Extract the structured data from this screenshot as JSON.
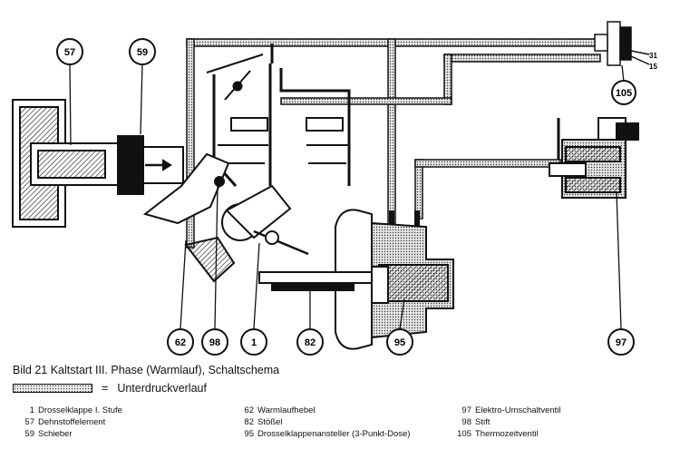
{
  "callouts": [
    "57",
    "59",
    "62",
    "98",
    "1",
    "82",
    "95",
    "97",
    "105"
  ],
  "terminals": [
    "31",
    "15"
  ],
  "caption": "Bild 21 Kaltstart III. Phase (Warmlauf), Schaltschema",
  "legend": {
    "symbol_text": "=",
    "label": "Unterdruckverlauf"
  },
  "parts": {
    "col1": [
      {
        "num": "1",
        "text": "Drosselklappe I. Stufe"
      },
      {
        "num": "57",
        "text": "Dehnstoffelement"
      },
      {
        "num": "59",
        "text": "Schieber"
      }
    ],
    "col2": [
      {
        "num": "62",
        "text": "Warmlaufhebel"
      },
      {
        "num": "82",
        "text": "Stößel"
      },
      {
        "num": "95",
        "text": "Drosselklappenansteller (3-Punkt-Dose)"
      }
    ],
    "col3": [
      {
        "num": "97",
        "text": "Elektro-Umschaltventil"
      },
      {
        "num": "98",
        "text": "Stift"
      },
      {
        "num": "105",
        "text": "Thermozeitventil"
      }
    ]
  },
  "colors": {
    "ink": "#111111",
    "vacuum_fill": "#e0e0e0"
  }
}
